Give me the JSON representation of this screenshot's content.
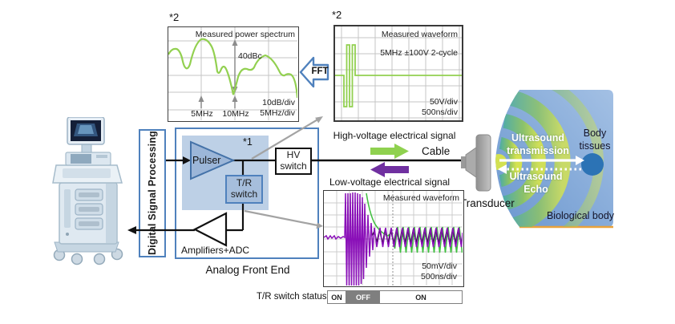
{
  "charts": {
    "spectrum": {
      "mark": "*2",
      "title": "Measured power spectrum",
      "annotation": "40dBc",
      "tick_labels": [
        "5MHz",
        "10MHz"
      ],
      "v_scale": "10dB/div",
      "h_scale": "5MHz/div"
    },
    "hv_wave": {
      "mark": "*2",
      "title": "Measured waveform",
      "conditions": "5MHz  ±100V  2-cycle",
      "v_scale": "50V/div",
      "h_scale": "500ns/div"
    },
    "lv_wave": {
      "title": "Measured waveform",
      "v_scale": "50mV/div",
      "h_scale": "500ns/div"
    }
  },
  "fft": {
    "label": "FFT"
  },
  "system": {
    "dsp_label": "Digital Signal Processing",
    "afe_label": "Analog Front End",
    "pulser_label": "Pulser",
    "tr_switch_line1": "T/R",
    "tr_switch_line2": "switch",
    "hv_switch_line1": "HV",
    "hv_switch_line2": "switch",
    "amplifiers_label": "Amplifiers+ADC",
    "node_mark": "*1"
  },
  "signals": {
    "high_voltage": "High-voltage electrical signal",
    "low_voltage": "Low-voltage electrical signal",
    "cable": "Cable"
  },
  "patient": {
    "transducer": "Transducer",
    "transmission_line1": "Ultrasound",
    "transmission_line2": "transmission",
    "echo_line1": "Ultrasound",
    "echo_line2": "Echo",
    "tissues_line1": "Body",
    "tissues_line2": "tissues",
    "biological_body": "Biological body"
  },
  "tr_status": {
    "label": "T/R switch status",
    "segments": [
      "ON",
      "OFF",
      "ON"
    ]
  },
  "colors": {
    "accent_blue": "#4f81bd",
    "panel_blue": "#bdd0e6",
    "shape_blue": "#9cb6d8",
    "trace_green": "#92d050",
    "arrow_green": "#8fd14f",
    "arrow_purple": "#7030a0",
    "gray_annotation": "#a3a3a3",
    "tissue_blue": "#2c73b5",
    "wave_teal": "#4fae9e",
    "wave_yellow": "#d8e54a",
    "off_gray": "#7f7f7f",
    "body_underline_orange": "#e9a23b"
  },
  "chart_data": [
    {
      "id": "measured_power_spectrum",
      "type": "line",
      "title": "Measured power spectrum",
      "x_unit": "MHz",
      "x_scale": "5MHz/div",
      "y_scale": "10dB/div",
      "x_ticks": [
        5,
        10
      ],
      "annotation": "40dBc notch depth at 10MHz",
      "series": [
        {
          "name": "power spectrum",
          "x": [
            0,
            0.6,
            1.2,
            2.4,
            5,
            6.5,
            7.3,
            8,
            8.6,
            10,
            11,
            11.8,
            13.7,
            15.5,
            16.5,
            17.5,
            20
          ],
          "y_dB_rel_peak": [
            -16,
            -13,
            -24,
            -9,
            0,
            -4,
            -20,
            -17,
            -19,
            -40,
            -20,
            -18,
            -10,
            -19,
            -21,
            -20,
            -37
          ]
        }
      ]
    },
    {
      "id": "hv_measured_waveform",
      "type": "line",
      "title": "Measured waveform",
      "conditions": {
        "frequency": "5MHz",
        "amplitude": "±100V",
        "burst": "2-cycle"
      },
      "y_scale": "50V/div",
      "x_scale": "500ns/div",
      "description": "2-cycle ±100V square-wave burst near the left edge, 0V flat elsewhere"
    },
    {
      "id": "lv_measured_waveform",
      "type": "line",
      "title": "Measured waveform",
      "y_scale": "50mV/div",
      "x_scale": "500ns/div",
      "description": "large transmit-leakage burst, exponential recovery, then continuous small echo oscillation; three overlaid traces (purple, green, black)"
    }
  ]
}
